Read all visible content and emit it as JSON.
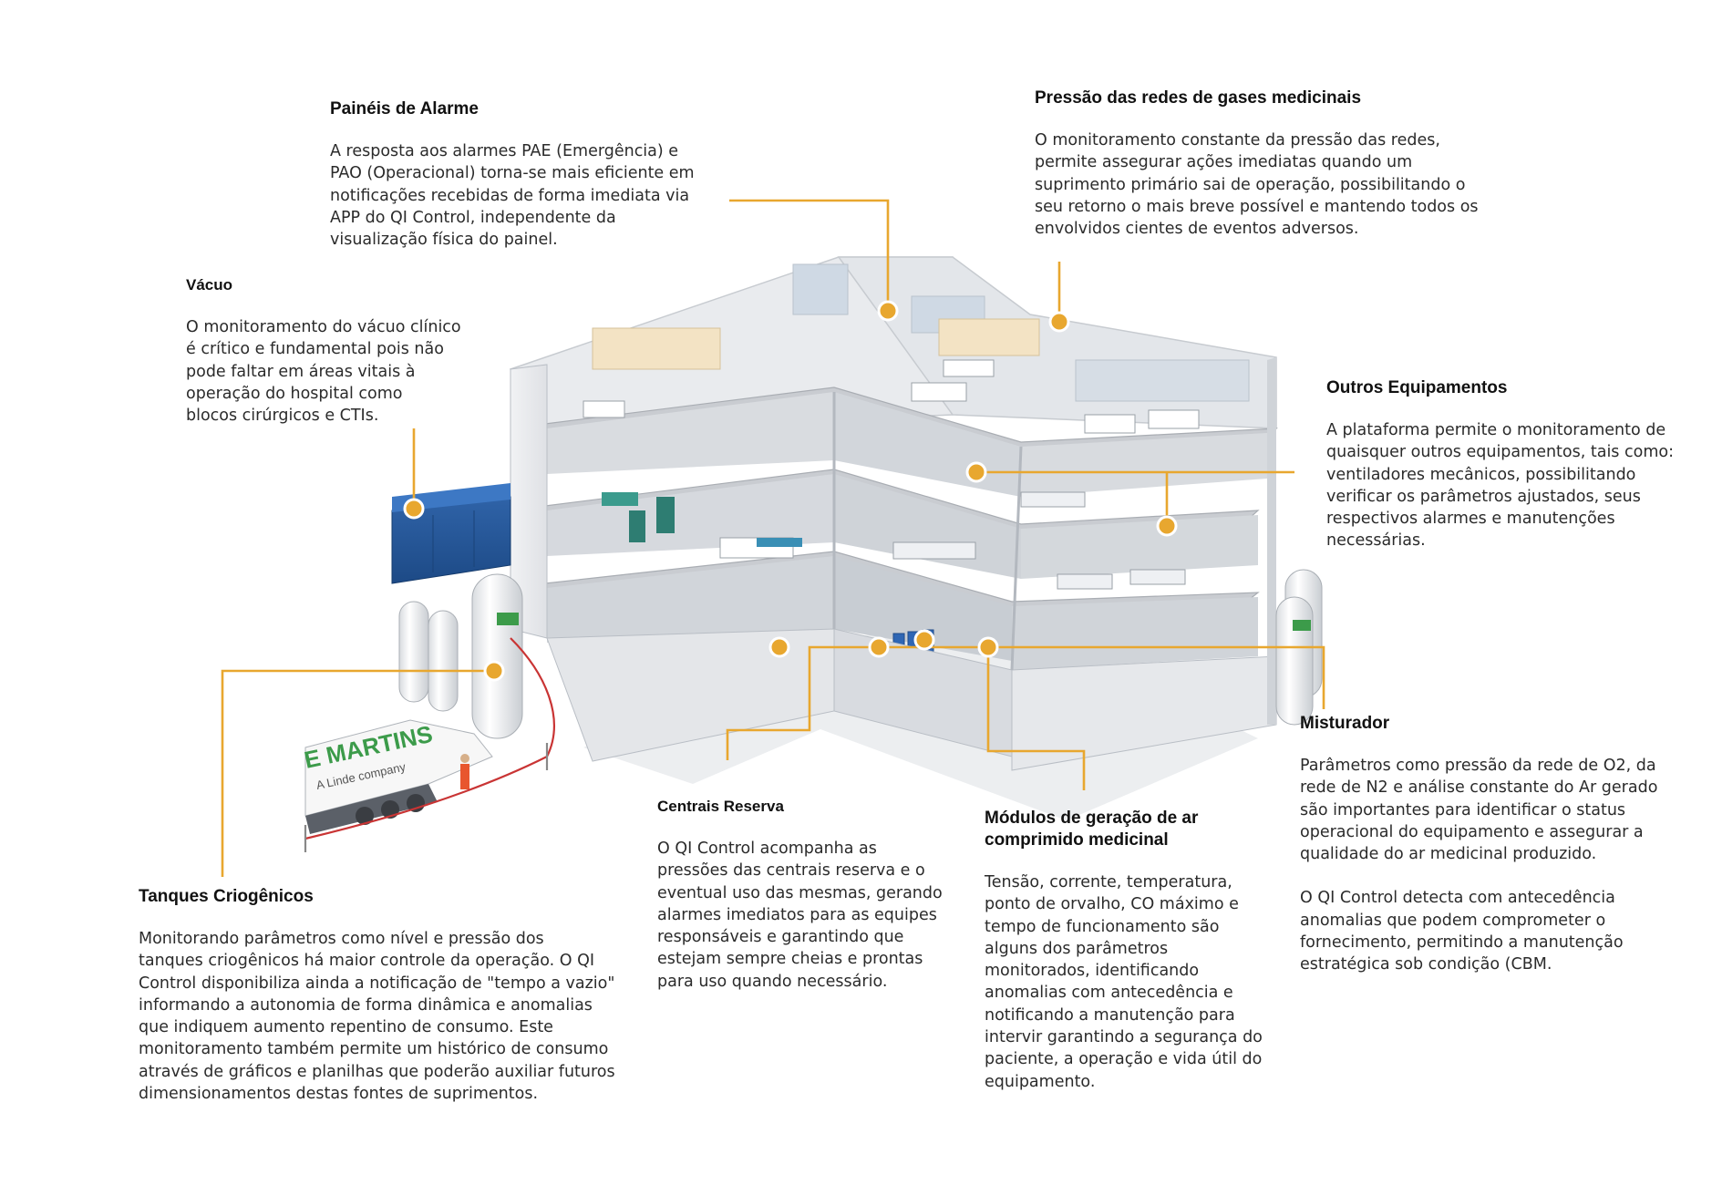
{
  "colors": {
    "accent": "#e8a72f",
    "text": "#2b2b2b",
    "heading": "#111111"
  },
  "illustration": {
    "truck_brand": "E MARTINS",
    "truck_subtitle": "A Linde company"
  },
  "callouts": {
    "paineis": {
      "title": "Painéis de Alarme",
      "body": "A resposta aos alarmes PAE (Emergência) e\nPAO (Operacional) torna-se mais eficiente em\nnotificações recebidas de forma imediata via\nAPP do QI Control, independente da\nvisualização física do painel."
    },
    "pressao": {
      "title": "Pressão das redes de gases medicinais",
      "body": "O monitoramento constante da pressão das redes,\npermite assegurar ações imediatas quando um\nsuprimento primário sai de operação, possibilitando o\nseu retorno o mais breve possível e mantendo todos os\nenvolvidos cientes de eventos adversos."
    },
    "vacuo": {
      "title": "Vácuo",
      "body": "O monitoramento do vácuo clínico\né crítico e fundamental pois não\npode faltar em áreas vitais à\noperação do hospital como\nblocos cirúrgicos e CTIs."
    },
    "outros": {
      "title": "Outros Equipamentos",
      "body": "A plataforma permite o monitoramento de\nquaisquer outros equipamentos, tais como:\nventiladores mecânicos, possibilitando\nverificar os parâmetros ajustados, seus\nrespectivos alarmes e manutenções\nnecessárias."
    },
    "misturador": {
      "title": "Misturador",
      "body": "Parâmetros como pressão da rede de O2, da\nrede de N2 e análise constante do Ar gerado\nsão importantes para identificar o status\noperacional do equipamento e assegurar a\nqualidade do ar medicinal produzido.",
      "body2": "O QI Control detecta com antecedência\nanomalias que podem comprometer o\nfornecimento, permitindo a manutenção\nestratégica sob condição (CBM."
    },
    "centrais": {
      "title": "Centrais Reserva",
      "body": "O QI Control acompanha as\npressões das centrais reserva e o\neventual uso das mesmas, gerando\nalarmes imediatos para as equipes\nresponsáveis e garantindo que\nestejam sempre cheias e prontas\npara uso quando necessário."
    },
    "modulos": {
      "title": "Módulos de geração de ar\ncomprimido medicinal",
      "body": "Tensão, corrente, temperatura,\nponto de orvalho, CO máximo e\ntempo de funcionamento são\nalguns dos parâmetros\nmonitorados, identificando\nanomalias com antecedência e\nnotificando a manutenção para\nintervir garantindo a segurança do\npaciente, a operação e vida útil do\nequipamento."
    },
    "tanques": {
      "title": "Tanques Criogênicos",
      "body": "Monitorando parâmetros como nível e pressão dos\ntanques criogênicos há maior controle da operação. O QI\nControl disponibiliza ainda a notificação de \"tempo a vazio\"\ninformando a autonomia de forma dinâmica e anomalias\nque indiquem aumento repentino de consumo. Este\nmonitoramento também permite um histórico de consumo\natravés de gráficos e planilhas que poderão auxiliar futuros\ndimensionamentos destas fontes de suprimentos."
    }
  }
}
